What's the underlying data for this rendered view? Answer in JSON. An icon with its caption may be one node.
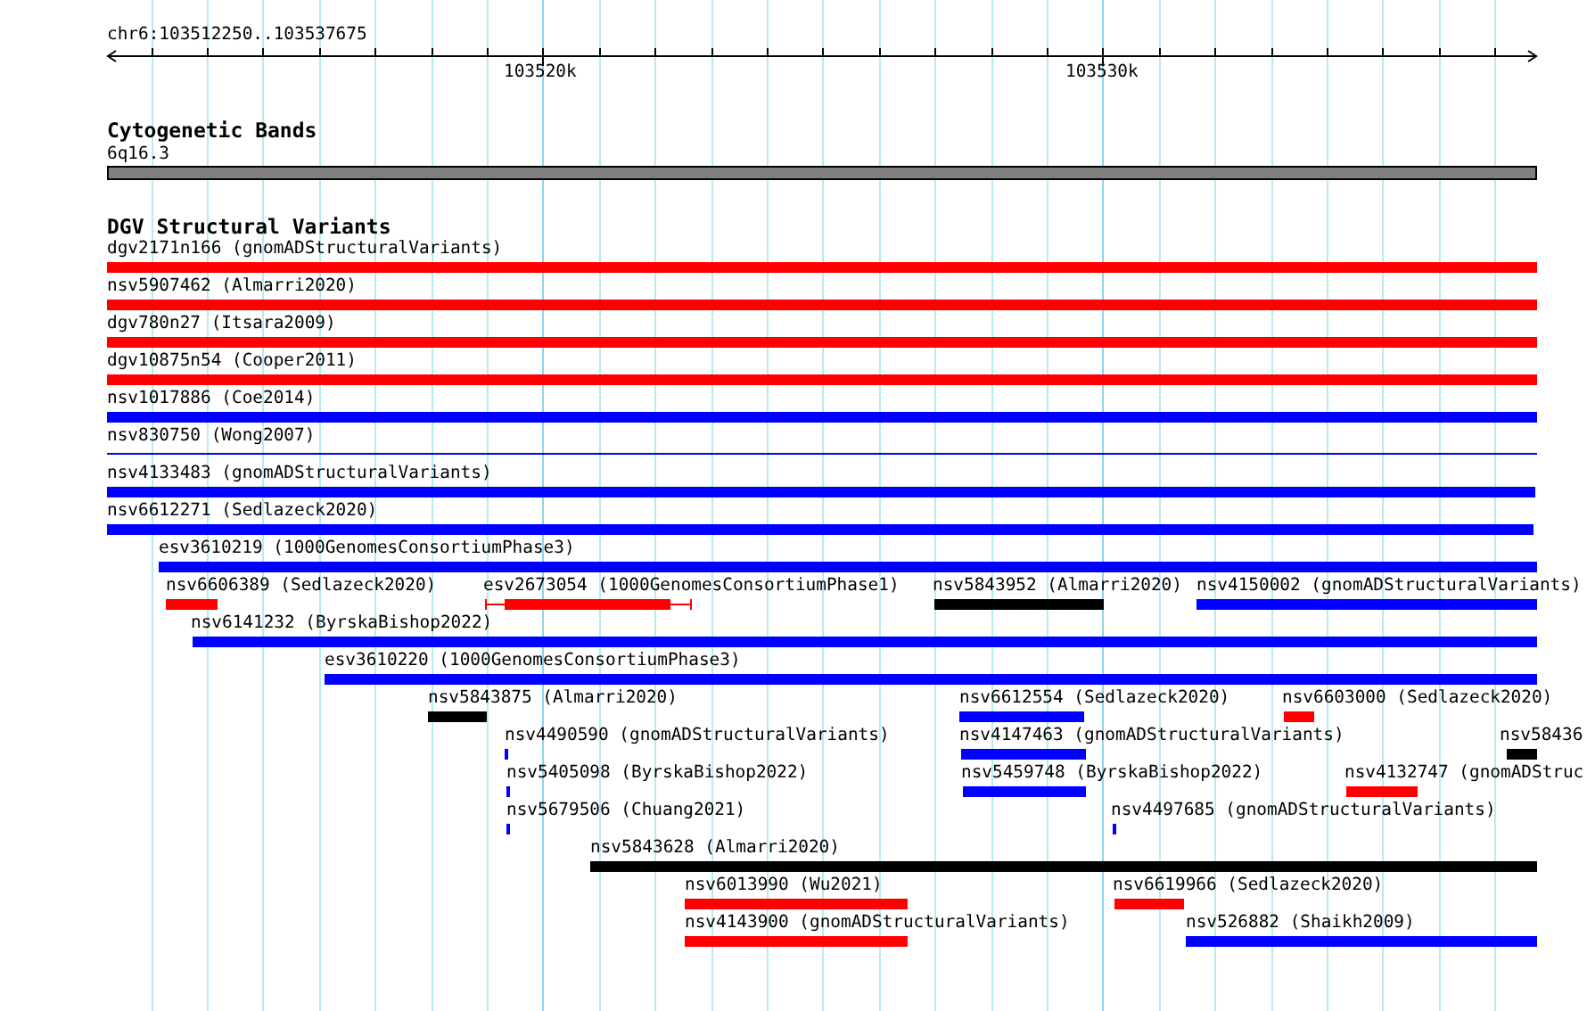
{
  "diagram": {
    "nodes": [
      {
        "text": [
          "6q16.3"
        ]
      },
      {
        "text": [
          "dgv2171n166 (gnomADStructuralVariants)"
        ]
      },
      {
        "text": [
          "nsv5907462 (Almarri2020)"
        ]
      },
      {
        "text": [
          "dgv780n27 (Itsara2009)"
        ]
      },
      {
        "text": [
          "dgv10875n54 (Cooper2011)"
        ]
      },
      {
        "text": [
          "nsv1017886 (Coe2014)"
        ]
      },
      {
        "text": [
          "nsv830750 (Wong2007)"
        ]
      },
      {
        "text": [
          "nsv4133483 (gnomADStructuralVariants)"
        ]
      },
      {
        "text": [
          "nsv6612271 (Sedlazeck2020)"
        ]
      },
      {
        "text": [
          "esv3610219 (1000GenomesConsortiumPhase3)"
        ]
      },
      {
        "text": [
          "nsv6606389 (Sedlazeck2020)"
        ]
      },
      {
        "text": [
          "esv2673054 (1000GenomesConsortiumPhase1)"
        ]
      },
      {
        "text": [
          "nsv5843952 (Almarri2020)"
        ]
      },
      {
        "text": [
          "nsv4150002 (gnomADStructuralVariants)"
        ]
      },
      {
        "text": [
          "nsv6141232 (ByrskaBishop2022)"
        ]
      },
      {
        "text": [
          "esv3610220 (1000GenomesConsortiumPhase3)"
        ]
      },
      {
        "text": [
          "nsv5843875 (Almarri2020)"
        ]
      },
      {
        "text": [
          "nsv6612554 (Sedlazeck2020)"
        ]
      },
      {
        "text": [
          "nsv6603000 (Sedlazeck2020)"
        ]
      },
      {
        "text": [
          "nsv4490590 (gnomADStructuralVariants)"
        ]
      },
      {
        "text": [
          "nsv4147463 (gnomADStructuralVariants)"
        ]
      },
      {
        "text": [
          "nsv58436"
        ]
      },
      {
        "text": [
          "nsv5405098 (ByrskaBishop2022)"
        ]
      },
      {
        "text": [
          "nsv5459748 (ByrskaBishop2022)"
        ]
      },
      {
        "text": [
          "nsv4132747 (gnomADStruc"
        ]
      },
      {
        "text": [
          "nsv5679506 (Chuang2021)"
        ]
      },
      {
        "text": [
          "nsv4497685 (gnomADStructuralVariants)"
        ]
      },
      {
        "text": [
          "nsv5843628 (Almarri2020)"
        ]
      },
      {
        "text": [
          "nsv6013990 (Wu2021)"
        ]
      },
      {
        "text": [
          "nsv6619966 (Sedlazeck2020)"
        ]
      },
      {
        "text": [
          "nsv4143900 (gnomADStructuralVariants)"
        ]
      },
      {
        "text": [
          "nsv526882 (Shaikh2009)"
        ]
      }
    ],
    "labels": [
      "chr6:103512250..103537675",
      "103520k",
      "103530k",
      "Cytogenetic Bands",
      "DGV Structural Variants"
    ]
  }
}
